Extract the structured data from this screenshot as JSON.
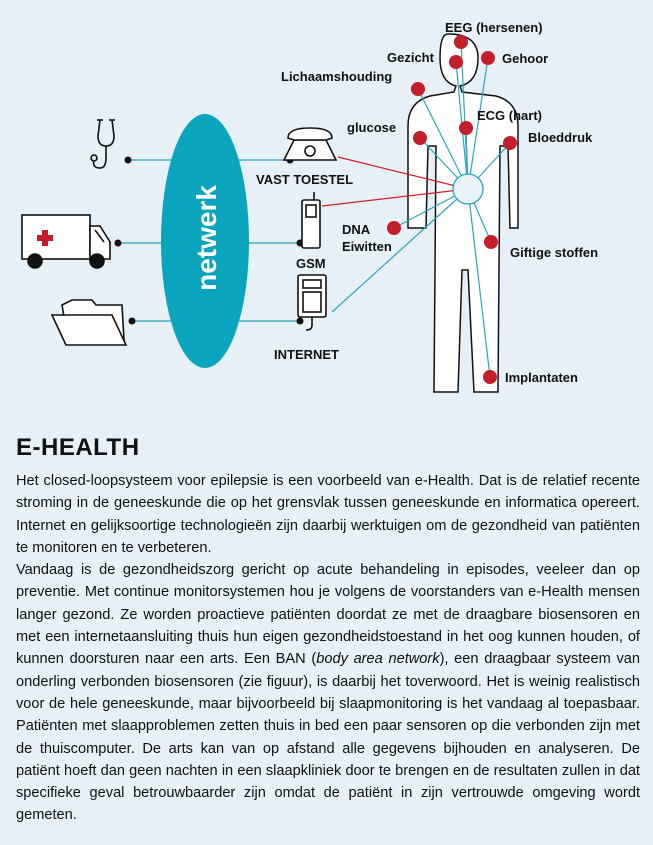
{
  "diagram": {
    "network_label": "netwerk",
    "devices": {
      "fixed_phone": "VAST TOESTEL",
      "gsm": "GSM",
      "internet": "INTERNET"
    },
    "sensors": {
      "eeg": "EEG (hersenen)",
      "face": "Gezicht",
      "hearing": "Gehoor",
      "posture": "Lichaamshouding",
      "glucose": "glucose",
      "ecg": "ECG (hart)",
      "blood_pressure": "Bloeddruk",
      "dna": "DNA",
      "proteins": "Eiwitten",
      "toxins": "Giftige stoffen",
      "implants": "Implantaten"
    },
    "colors": {
      "network": "#0aa5bd",
      "line": "#2aa7b9",
      "sensor": "#c41e2a",
      "phone_line": "#d0202a",
      "hub": "#e8f3f8"
    }
  },
  "article": {
    "title": "E-HEALTH",
    "p1": "Het closed-loopsysteem voor epilepsie is een voorbeeld van e-Health. Dat is de relatief recente stroming in de geneeskunde die op het grensvlak tussen geneeskunde en informatica opereert. Internet en gelijksoortige technologieën zijn daarbij werktuigen om de gezondheid van patiënten te monitoren en te verbeteren.",
    "p2a": "Vandaag is de gezondheidszorg gericht op acute behandeling in episodes, veeleer dan op preventie. Met continue monitorsystemen hou je volgens de voorstanders van e-Health mensen langer gezond. Ze worden proactieve patiënten doordat ze met de draagbare biosensoren en met een internetaansluiting thuis hun eigen gezondheidstoestand in het oog kunnen houden, of kunnen doorsturen naar een arts. Een BAN (",
    "p2_italic": "body area network",
    "p2b": "), een draagbaar systeem van onderling verbonden biosensoren (zie figuur), is daarbij het toverwoord. Het is weinig realistisch voor de hele geneeskunde, maar bijvoorbeeld bij slaapmonitoring is het vandaag al toepasbaar. Patiënten met slaapproblemen zetten thuis in bed een paar sensoren op die verbonden zijn met de thuiscomputer. De arts kan van op afstand alle gegevens bijhouden en analyseren. De patiënt hoeft dan geen nachten in een slaapkliniek door te brengen en de resultaten zullen in dat specifieke geval betrouwbaarder zijn omdat de patiënt in zijn vertrouwde omgeving wordt gemeten."
  }
}
